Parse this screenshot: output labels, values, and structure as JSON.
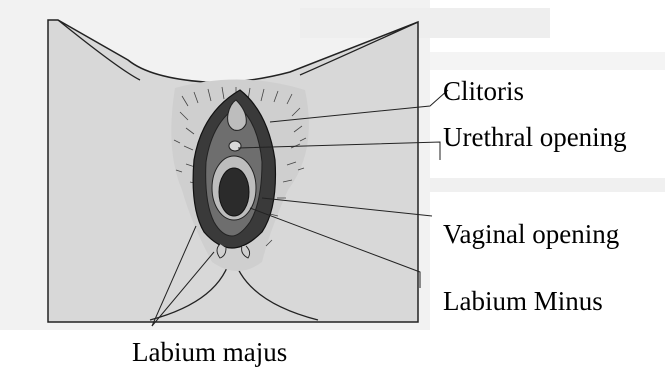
{
  "labels": {
    "clitoris": "Clitoris",
    "urethral_opening": "Urethral opening",
    "vaginal_opening": "Vaginal opening",
    "labium_minus": "Labium Minus",
    "labium_majus": "Labium majus"
  },
  "colors": {
    "skin_fill": "#d9d9d9",
    "paper": "#f3f3f3",
    "dark_tissue": "#3a3a3a",
    "mid_tissue": "#6f6f6f",
    "light_ring": "#bdbdbd",
    "line": "#222222"
  }
}
